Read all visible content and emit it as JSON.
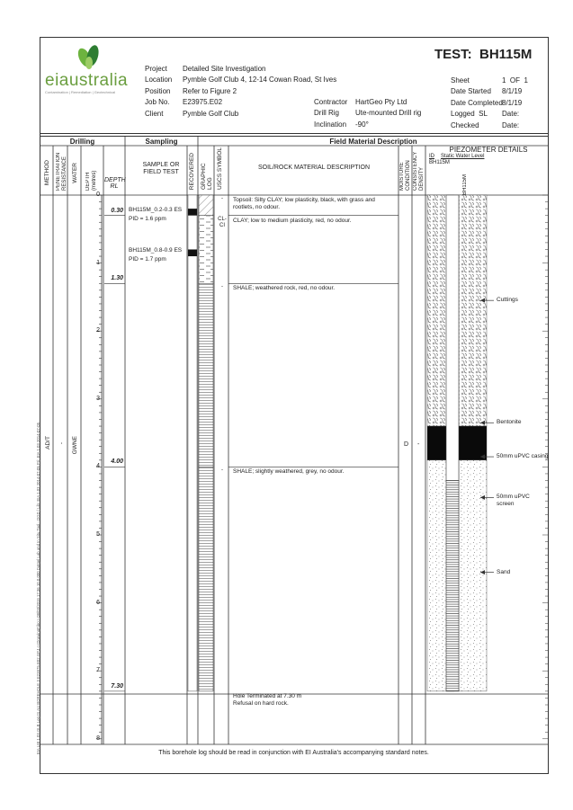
{
  "title": "TEST:  BH115M",
  "logo": {
    "brand": "eiaustralia",
    "tagline": "Contamination | Remediation | Geotechnical"
  },
  "info_labels": [
    "Project",
    "Location",
    "Position",
    "Job No.",
    "Client"
  ],
  "info_values": [
    "Detailed Site Investigation",
    "Pymble Golf Club 4, 12-14 Cowan Road, St Ives",
    "Refer to Figure 2",
    "E23975.E02",
    "Pymble Golf Club"
  ],
  "rig_labels": [
    "Contractor",
    "Drill Rig",
    "Inclination"
  ],
  "rig_values": [
    "HartGeo Pty Ltd",
    "Ute-mounted Drill rig",
    "-90°"
  ],
  "sheet_labels": [
    "Sheet",
    "Date Started",
    "Date Completed",
    "Logged  SL",
    "Checked"
  ],
  "sheet_values": [
    "1  OF  1",
    "8/1/19",
    "8/1/19",
    "Date:",
    "Date:"
  ],
  "sections": {
    "drilling": "Drilling",
    "sampling": "Sampling",
    "field": "Field Material Description"
  },
  "columns": {
    "method": "METHOD",
    "penetration": "PENETRATION RESISTANCE",
    "water": "WATER",
    "depth_m": "DEPTH (metres)",
    "depth_rl": "DEPTH RL",
    "sample": "SAMPLE OR FIELD TEST",
    "recovered": "RECOVERED",
    "graphic": "GRAPHIC LOG",
    "uscs": "USCS SYMBOL",
    "material": "SOIL/ROCK MATERIAL DESCRIPTION",
    "moisture": "MOISTURE CONDITION",
    "consistency": "CONSISTENCY DENSITY"
  },
  "piezometer": {
    "title": "PIEZOMETER DETAILS",
    "id_label": "ID",
    "static_label": "Static Water Level",
    "id": "BH115M",
    "well_id": "BH115M",
    "legend": [
      "Cuttings",
      "Bentonite",
      "50mm uPVC casing",
      "50mm uPVC screen",
      "Sand"
    ]
  },
  "drilling_values": {
    "method": "AD/T",
    "penetration": "-",
    "water": "GWNE"
  },
  "moisture_value": "D",
  "consistency_value": "-",
  "depth_ticks": [
    "0",
    "1",
    "2",
    "3",
    "4",
    "5",
    "6",
    "7",
    "8"
  ],
  "layer_depths": [
    "0.30",
    "1.30",
    "4.00",
    "7.30"
  ],
  "layers": [
    {
      "top": 0.0,
      "bottom": 0.3,
      "uscs": "-",
      "description": "Topsoil: Silty CLAY; low plasticity, black, with grass and rootlets, no odour."
    },
    {
      "top": 0.3,
      "bottom": 1.3,
      "uscs": "CL-CI",
      "description": "CLAY; low to medium plasticity, red, no odour."
    },
    {
      "top": 1.3,
      "bottom": 4.0,
      "uscs": "-",
      "description": "SHALE; weathered rock, red, no odour."
    },
    {
      "top": 4.0,
      "bottom": 7.3,
      "uscs": "-",
      "description": "SHALE; slightly weathered, grey, no odour."
    }
  ],
  "samples": [
    {
      "name": "BH115M_0.2-0.3 ES",
      "pid": "PID = 1.6 ppm",
      "top": 0.2,
      "bottom": 0.3
    },
    {
      "name": "BH115M_0.8-0.9 ES",
      "pid": "PID = 1.7 ppm",
      "top": 0.8,
      "bottom": 0.9
    }
  ],
  "termination": {
    "line1": "Hole Terminated at 7.30 m",
    "line2": "Refusal on hard rock."
  },
  "well": {
    "cuttings": [
      0.0,
      3.4
    ],
    "bentonite": [
      3.4,
      3.9
    ],
    "sand": [
      3.9,
      7.3
    ],
    "casing": [
      0.0,
      4.2
    ],
    "screen": [
      4.2,
      7.3
    ]
  },
  "footer_note": "This borehole log should be read in conjunction with EI Australia's accompanying standard notes.",
  "side_text": "EIA LIB 1.03.GLB  Log  IS AU BOREHOLE 3  E23975.E02.GPJ  <<DrawingFile>>  08/03/2019 17:36  10.0.000  Datgel Lab and In Situ Tool - DGD | Lib: EIA 1.03 2014-07-05 Prj: EIA 1.03 2014-07-05",
  "colors": {
    "line": "#333333",
    "logo_green": "#6db33f",
    "logo_dark": "#2e7d32",
    "logo_text": "#6a9e3f"
  }
}
